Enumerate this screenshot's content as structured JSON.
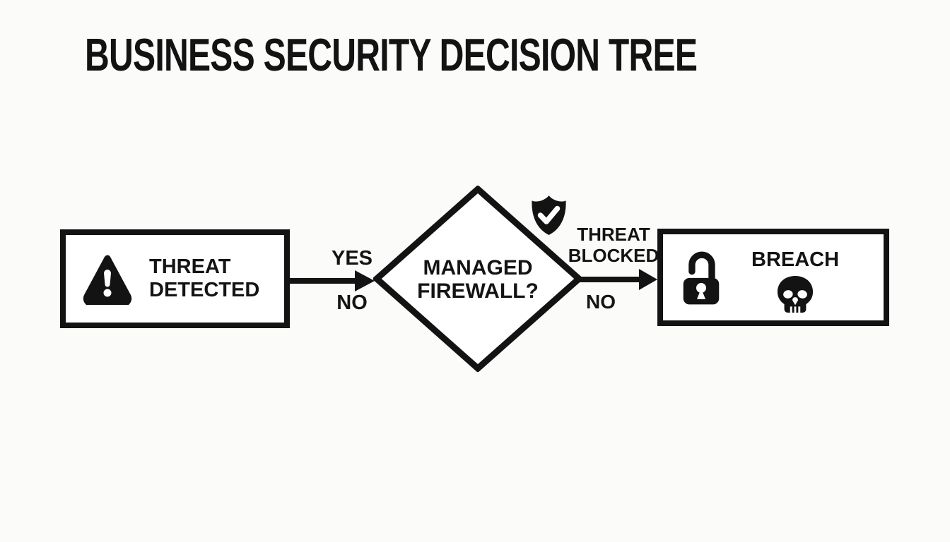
{
  "title": "BUSINESS SECURITY DECISION TREE",
  "colors": {
    "ink": "#131313",
    "background": "#fbfbfa",
    "node_fill": "#ffffff"
  },
  "nodes": {
    "threat_detected": {
      "type": "process",
      "icon": "warning-triangle-icon",
      "line1": "THREAT",
      "line2": "DETECTED"
    },
    "managed_firewall": {
      "type": "decision",
      "icon": "shield-check-icon",
      "line1": "MANAGED",
      "line2": "FIREWALL?"
    },
    "breach": {
      "type": "process",
      "icons": [
        "unlocked-padlock-icon",
        "skull-icon"
      ],
      "label": "BREACH"
    }
  },
  "edges": {
    "detected_to_firewall": {
      "label_above": "YES",
      "label_below": "NO"
    },
    "firewall_to_breach": {
      "label_above_line1": "THREAT",
      "label_above_line2": "BLOCKED",
      "label_below": "NO"
    }
  }
}
